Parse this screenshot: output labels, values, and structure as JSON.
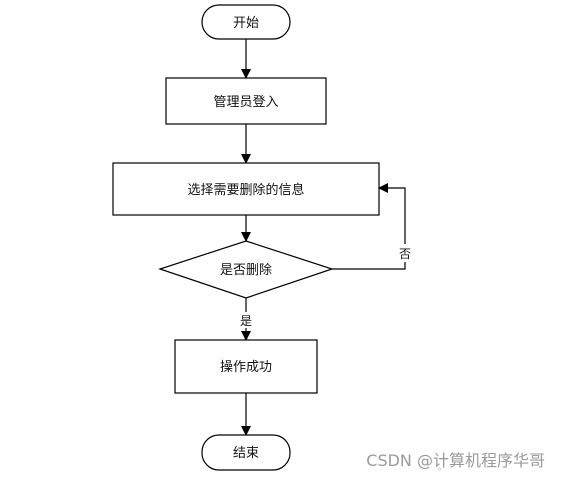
{
  "flowchart": {
    "nodes": {
      "start": "开始",
      "login": "管理员登入",
      "select": "选择需要删除的信息",
      "decision": "是否删除",
      "success": "操作成功",
      "end": "结束"
    },
    "edges": {
      "yes": "是",
      "no": "否"
    }
  },
  "watermark": {
    "text": "CSDN @计算机程序华哥"
  },
  "colors": {
    "stroke": "#000000",
    "background": "#ffffff",
    "watermark": "#9a9a9a"
  }
}
